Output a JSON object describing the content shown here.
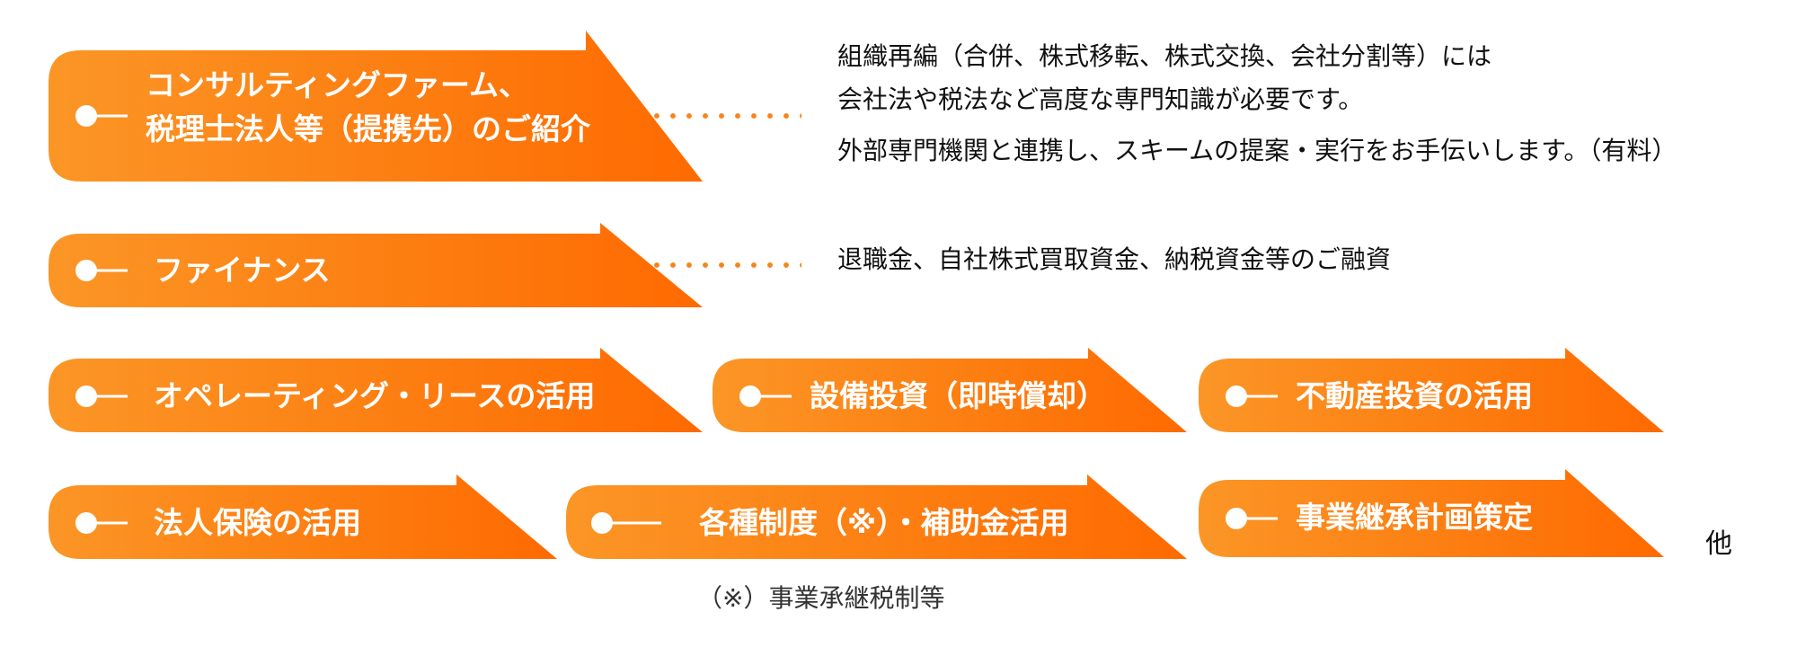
{
  "colors": {
    "accent_light": "#fb9626",
    "accent_dark": "#fe6a00",
    "dots": "#f5841f",
    "text": "#111111"
  },
  "services": [
    {
      "label_lines": [
        "コンサルティングファーム、",
        "税理士法人等（提携先）のご紹介"
      ],
      "description_lines": [
        "組織再編（合併、株式移転、株式交換、会社分割等）には",
        "会社法や税法など高度な専門知識が必要です。",
        "外部専門機関と連携し、スキームの提案・実行をお手伝いします。（有料）"
      ]
    },
    {
      "label": "ファイナンス",
      "description": "退職金、自社株式買取資金、納税資金等のご融資"
    },
    {
      "label": "オペレーティング・リースの活用"
    },
    {
      "label": "設備投資（即時償却）"
    },
    {
      "label": "不動産投資の活用"
    },
    {
      "label": "法人保険の活用"
    },
    {
      "label": "各種制度（※）・補助金活用"
    },
    {
      "label": "事業継承計画策定"
    }
  ],
  "other_label": "他",
  "footnote": "（※）事業承継税制等"
}
